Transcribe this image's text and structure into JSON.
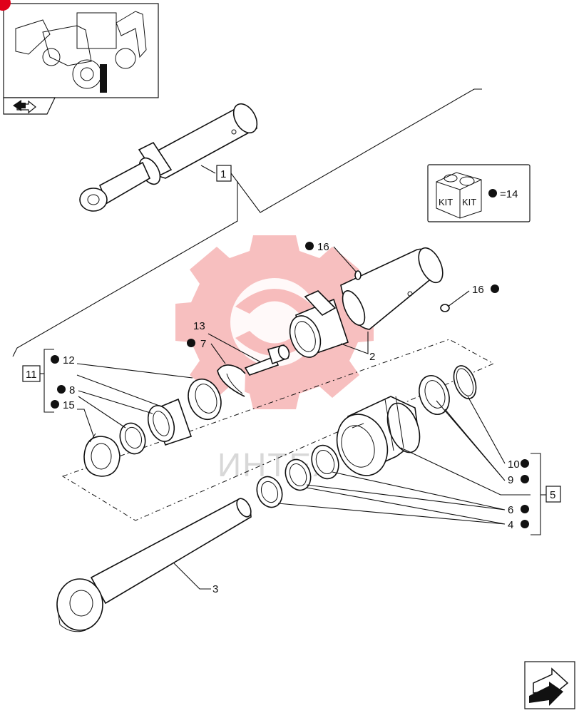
{
  "watermark": {
    "text": "ИНТЕХ",
    "color": "#f08a8a"
  },
  "kit": {
    "label_left": "KIT",
    "label_right": "KIT",
    "quantity_text": "=14"
  },
  "callouts": {
    "c1": "1",
    "c2": "2",
    "c3": "3",
    "c4": "4",
    "c5": "5",
    "c6": "6",
    "c7": "7",
    "c8": "8",
    "c9": "9",
    "c10": "10",
    "c11": "11",
    "c12": "12",
    "c13": "13",
    "c15": "15",
    "c16a": "16",
    "c16b": "16"
  },
  "colors": {
    "accent_badge": "#e0001a",
    "line": "#111111"
  },
  "icons": {
    "thumbnail": "backhoe-loader-thumbnail",
    "nav": "next-page-arrow-icon",
    "nav_small": "previous-page-arrow-icon"
  }
}
